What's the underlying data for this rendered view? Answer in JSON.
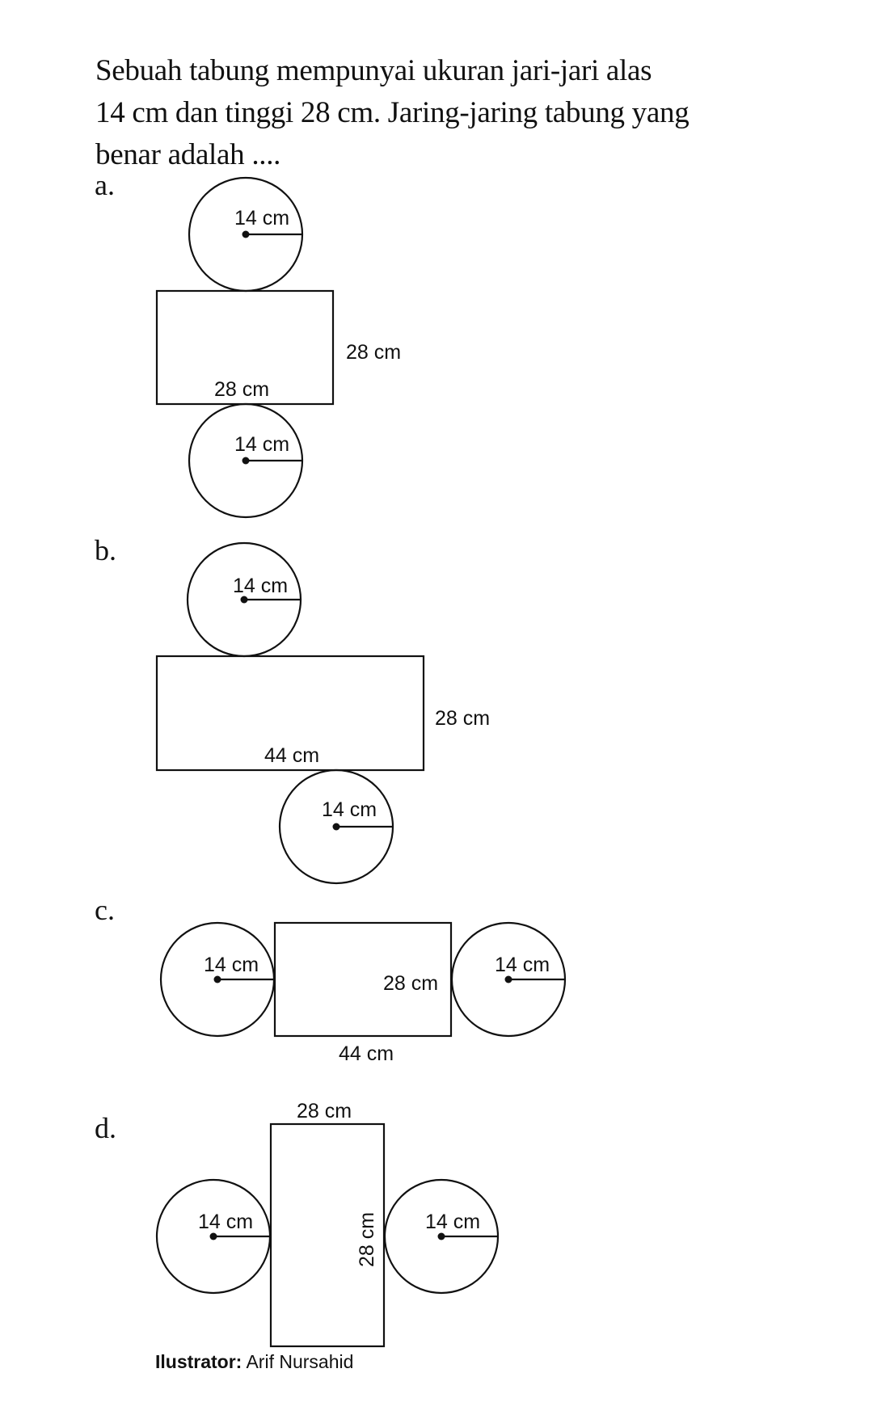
{
  "question": {
    "lines": [
      "Sebuah tabung mempunyai ukuran jari-jari alas",
      "14 cm dan tinggi 28 cm. Jaring-jaring tabung yang",
      "benar adalah ...."
    ]
  },
  "options": {
    "a": {
      "letter": "a.",
      "top_circle_label": "14 cm",
      "rect_height_label": "28 cm",
      "rect_width_label": "28 cm",
      "bottom_circle_label": "14 cm"
    },
    "b": {
      "letter": "b.",
      "top_circle_label": "14 cm",
      "rect_height_label": "28 cm",
      "rect_width_label": "44 cm",
      "bottom_circle_label": "14 cm"
    },
    "c": {
      "letter": "c.",
      "left_circle_label": "14 cm",
      "rect_height_label": "28 cm",
      "rect_width_label": "44 cm",
      "right_circle_label": "14 cm"
    },
    "d": {
      "letter": "d.",
      "rect_width_label": "28 cm",
      "left_circle_label": "14 cm",
      "rect_height_label": "28 cm",
      "right_circle_label": "14 cm"
    }
  },
  "credit": {
    "label": "Ilustrator:",
    "name": "Arif Nursahid"
  }
}
